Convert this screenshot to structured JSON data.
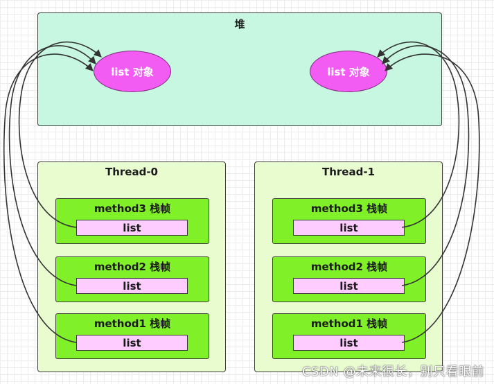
{
  "heap": {
    "title": "堆",
    "objects": [
      "list 对象",
      "list 对象"
    ]
  },
  "threads": [
    {
      "title": "Thread-0",
      "frames": [
        {
          "label": "method3 栈帧",
          "var": "list"
        },
        {
          "label": "method2 栈帧",
          "var": "list"
        },
        {
          "label": "method1 栈帧",
          "var": "list"
        }
      ]
    },
    {
      "title": "Thread-1",
      "frames": [
        {
          "label": "method3 栈帧",
          "var": "list"
        },
        {
          "label": "method2 栈帧",
          "var": "list"
        },
        {
          "label": "method1 栈帧",
          "var": "list"
        }
      ]
    }
  ],
  "colors": {
    "heap_fill": "#c7f7e0",
    "object_fill": "#f25cf2",
    "thread_fill": "#e8fcd0",
    "frame_fill": "#80f028",
    "var_fill": "#ffccff",
    "arrow": "#333333"
  },
  "credit": "CSDN @未来很长，别只看眼前"
}
